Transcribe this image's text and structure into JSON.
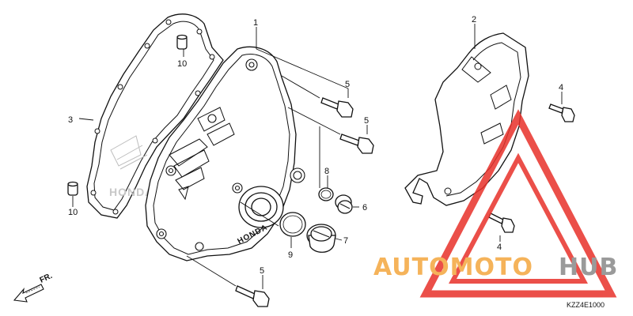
{
  "callouts": {
    "p1": "1",
    "p2": "2",
    "p3": "3",
    "p4a": "4",
    "p4b": "4",
    "p5a": "5",
    "p5b": "5",
    "p5c": "5",
    "p6": "6",
    "p7": "7",
    "p8": "8",
    "p9": "9",
    "p10a": "10",
    "p10b": "10"
  },
  "direction_label": "FR.",
  "diagram_code": "KZZ4E1000",
  "watermark": {
    "brand_left": "AUTOMOTO",
    "brand_right": "HUB",
    "color_left": "#f5b35a",
    "color_right": "#9a9a9a",
    "triangle_color": "#e8312a"
  },
  "cover_logo": "HONDA",
  "gasket_logo": "HONDA"
}
